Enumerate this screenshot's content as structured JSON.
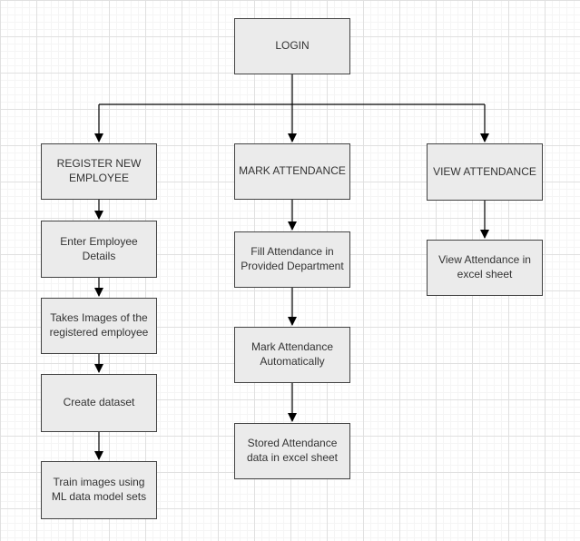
{
  "diagram": {
    "type": "flowchart",
    "nodes": {
      "login": {
        "label": "LOGIN"
      },
      "register_new_employee": {
        "label": "REGISTER NEW EMPLOYEE"
      },
      "mark_attendance": {
        "label": "MARK ATTENDANCE"
      },
      "view_attendance": {
        "label": "VIEW ATTENDANCE"
      },
      "enter_employee_details": {
        "label": "Enter Employee Details"
      },
      "takes_images": {
        "label": "Takes Images of the registered employee"
      },
      "create_dataset": {
        "label": "Create dataset"
      },
      "train_images": {
        "label": "Train images using ML data model sets"
      },
      "fill_attendance": {
        "label": "Fill Attendance in Provided Department"
      },
      "mark_attendance_automatically": {
        "label": "Mark Attendance Automatically"
      },
      "stored_attendance": {
        "label": "Stored Attendance data in excel sheet"
      },
      "view_attendance_excel": {
        "label": "View Attendance in excel sheet"
      }
    },
    "edges": [
      {
        "from": "login",
        "to": "register_new_employee"
      },
      {
        "from": "login",
        "to": "mark_attendance"
      },
      {
        "from": "login",
        "to": "view_attendance"
      },
      {
        "from": "register_new_employee",
        "to": "enter_employee_details"
      },
      {
        "from": "enter_employee_details",
        "to": "takes_images"
      },
      {
        "from": "takes_images",
        "to": "create_dataset"
      },
      {
        "from": "create_dataset",
        "to": "train_images"
      },
      {
        "from": "mark_attendance",
        "to": "fill_attendance"
      },
      {
        "from": "fill_attendance",
        "to": "mark_attendance_automatically"
      },
      {
        "from": "mark_attendance_automatically",
        "to": "stored_attendance"
      },
      {
        "from": "view_attendance",
        "to": "view_attendance_excel"
      }
    ],
    "colors": {
      "node_fill": "#ebebeb",
      "node_border": "#424242",
      "connector": "#000000",
      "text": "#333333",
      "grid_minor": "#f5f5f5",
      "grid_major": "#e0e0e0",
      "canvas": "#ffffff"
    }
  }
}
